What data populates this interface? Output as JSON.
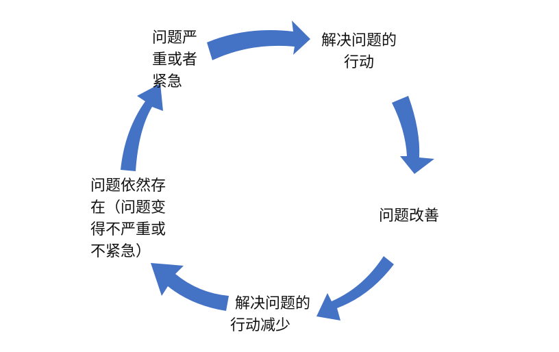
{
  "colors": {
    "arrow": "#4472C4",
    "text": "#111111"
  },
  "nodes": {
    "severe": [
      "问题严",
      "重或者",
      "紧急"
    ],
    "action": [
      "解决问题的",
      "行动"
    ],
    "improve": [
      "问题改善"
    ],
    "less_action": [
      "解决问题的",
      "行动减少"
    ],
    "persist": [
      "问题依然存",
      "在（问题变",
      "得不严重或",
      "不紧急）"
    ]
  }
}
